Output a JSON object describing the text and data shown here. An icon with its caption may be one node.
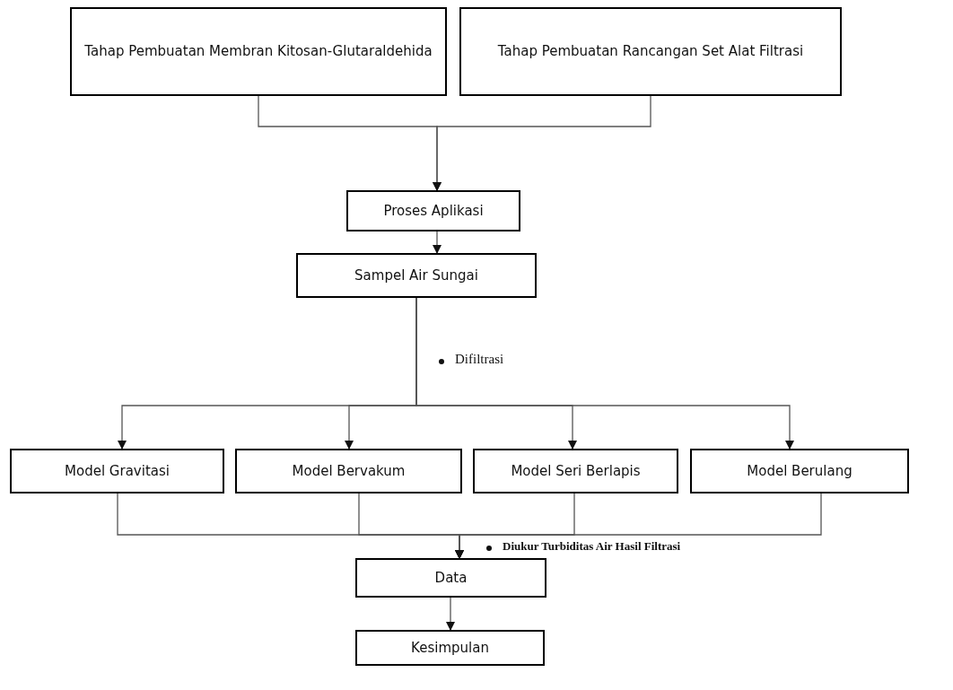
{
  "diagram": {
    "nodes": [
      {
        "text": [
          "Tahap Pembuatan Membran Kitosan-Glutaraldehida"
        ]
      },
      {
        "text": [
          "Tahap Pembuatan Rancangan Set Alat Filtrasi"
        ]
      },
      {
        "text": [
          "Proses Aplikasi"
        ]
      },
      {
        "text": [
          "Sampel Air Sungai"
        ]
      },
      {
        "text": [
          "Model Gravitasi"
        ]
      },
      {
        "text": [
          "Model Bervakum"
        ]
      },
      {
        "text": [
          "Model Seri Berlapis"
        ]
      },
      {
        "text": [
          "Model Berulang"
        ]
      },
      {
        "text": [
          "Data"
        ]
      },
      {
        "text": [
          "Kesimpulan"
        ]
      }
    ],
    "edges": [
      {
        "from": 0,
        "to": 2,
        "arrow": "to"
      },
      {
        "from": 1,
        "to": 2,
        "arrow": "to"
      },
      {
        "from": 2,
        "to": 3,
        "arrow": "to"
      },
      {
        "from": 3,
        "to": 4,
        "arrow": "to"
      },
      {
        "from": 3,
        "to": 5,
        "arrow": "to"
      },
      {
        "from": 3,
        "to": 6,
        "arrow": "to"
      },
      {
        "from": 3,
        "to": 7,
        "arrow": "to"
      },
      {
        "from": 4,
        "to": 8,
        "arrow": "to"
      },
      {
        "from": 5,
        "to": 8,
        "arrow": "to"
      },
      {
        "from": 6,
        "to": 8,
        "arrow": "to"
      },
      {
        "from": 7,
        "to": 8,
        "arrow": "to"
      },
      {
        "from": 8,
        "to": 9,
        "arrow": "to"
      }
    ],
    "labels": [
      "Difiltrasi",
      "Diukur Turbiditas Air Hasil Filtrasi"
    ]
  }
}
